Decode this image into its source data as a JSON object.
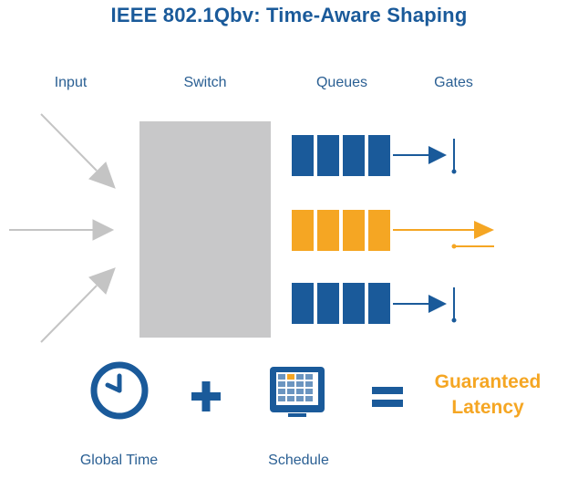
{
  "title": "IEEE 802.1Qbv: Time-Aware Shaping",
  "columns": {
    "input": "Input",
    "switch": "Switch",
    "queues": "Queues",
    "gates": "Gates"
  },
  "equation": {
    "plus": "+",
    "equals": "=",
    "result_line1": "Guaranteed",
    "result_line2": "Latency"
  },
  "labels": {
    "global_time": "Global Time",
    "schedule": "Schedule"
  },
  "icons": {
    "clock": "clock-icon",
    "schedule": "schedule-grid-icon"
  },
  "colors": {
    "blue": "#1a5a9a",
    "orange": "#f5a623",
    "gray": "#c8c8c9",
    "arrow_gray": "#c4c4c4"
  }
}
